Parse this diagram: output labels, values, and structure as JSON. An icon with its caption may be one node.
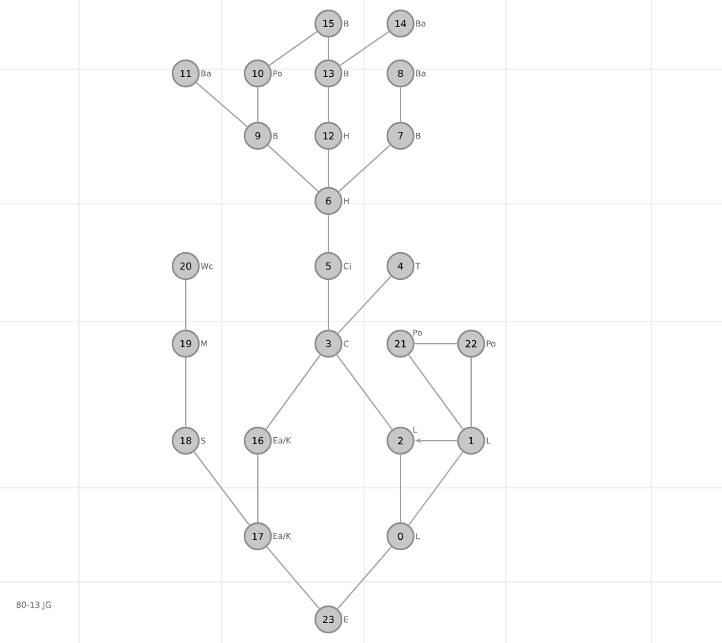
{
  "diagram": {
    "nodes": [
      {
        "text": [
          "0"
        ],
        "beside": [
          "L"
        ]
      },
      {
        "text": [
          "1"
        ],
        "beside": [
          "L"
        ]
      },
      {
        "text": [
          "2"
        ],
        "beside": [
          "L"
        ]
      },
      {
        "text": [
          "3"
        ],
        "beside": [
          "C"
        ]
      },
      {
        "text": [
          "4"
        ],
        "beside": [
          "T"
        ]
      },
      {
        "text": [
          "5"
        ],
        "beside": [
          "Ci"
        ]
      },
      {
        "text": [
          "6"
        ],
        "beside": [
          "H"
        ]
      },
      {
        "text": [
          "7"
        ],
        "beside": [
          "B"
        ]
      },
      {
        "text": [
          "8"
        ],
        "beside": [
          "Ba"
        ]
      },
      {
        "text": [
          "9"
        ],
        "beside": [
          "B"
        ]
      },
      {
        "text": [
          "10"
        ],
        "beside": [
          "Po"
        ]
      },
      {
        "text": [
          "11"
        ],
        "beside": [
          "Ba"
        ]
      },
      {
        "text": [
          "12"
        ],
        "beside": [
          "H"
        ]
      },
      {
        "text": [
          "13"
        ],
        "beside": [
          "B"
        ]
      },
      {
        "text": [
          "14"
        ],
        "beside": [
          "Ba"
        ]
      },
      {
        "text": [
          "15"
        ],
        "beside": [
          "B"
        ]
      },
      {
        "text": [
          "16"
        ],
        "beside": [
          "Ea/K"
        ]
      },
      {
        "text": [
          "17"
        ],
        "beside": [
          "Ea/K"
        ]
      },
      {
        "text": [
          "18"
        ],
        "beside": [
          "S"
        ]
      },
      {
        "text": [
          "19"
        ],
        "beside": [
          "M"
        ]
      },
      {
        "text": [
          "20"
        ],
        "beside": [
          "Wc"
        ]
      },
      {
        "text": [
          "21"
        ],
        "beside": [
          "Po"
        ]
      },
      {
        "text": [
          "22"
        ],
        "beside": [
          "Po"
        ]
      },
      {
        "text": [
          "23"
        ],
        "beside": [
          "E"
        ]
      }
    ],
    "edges": [
      {
        "from": 0,
        "to": 23,
        "arrow": "none"
      },
      {
        "from": 0,
        "to": 2,
        "arrow": "none"
      },
      {
        "from": 0,
        "to": 1,
        "arrow": "none"
      },
      {
        "from": 1,
        "to": 2,
        "arrow": "to"
      },
      {
        "from": 1,
        "to": 21,
        "arrow": "none"
      },
      {
        "from": 1,
        "to": 22,
        "arrow": "none"
      },
      {
        "from": 22,
        "to": 21,
        "arrow": "none"
      },
      {
        "from": 2,
        "to": 3,
        "arrow": "none"
      },
      {
        "from": 3,
        "to": 5,
        "arrow": "none"
      },
      {
        "from": 3,
        "to": 4,
        "arrow": "none"
      },
      {
        "from": 3,
        "to": 16,
        "arrow": "none"
      },
      {
        "from": 5,
        "to": 6,
        "arrow": "none"
      },
      {
        "from": 6,
        "to": 9,
        "arrow": "none"
      },
      {
        "from": 6,
        "to": 12,
        "arrow": "none"
      },
      {
        "from": 6,
        "to": 7,
        "arrow": "none"
      },
      {
        "from": 7,
        "to": 8,
        "arrow": "none"
      },
      {
        "from": 9,
        "to": 10,
        "arrow": "none"
      },
      {
        "from": 9,
        "to": 11,
        "arrow": "none"
      },
      {
        "from": 10,
        "to": 15,
        "arrow": "none"
      },
      {
        "from": 12,
        "to": 13,
        "arrow": "none"
      },
      {
        "from": 13,
        "to": 15,
        "arrow": "none"
      },
      {
        "from": 13,
        "to": 14,
        "arrow": "none"
      },
      {
        "from": 16,
        "to": 17,
        "arrow": "none"
      },
      {
        "from": 17,
        "to": 23,
        "arrow": "none"
      },
      {
        "from": 17,
        "to": 18,
        "arrow": "none"
      },
      {
        "from": 18,
        "to": 19,
        "arrow": "none"
      },
      {
        "from": 19,
        "to": 20,
        "arrow": "none"
      }
    ],
    "labels": [
      "80-13 JG"
    ]
  }
}
